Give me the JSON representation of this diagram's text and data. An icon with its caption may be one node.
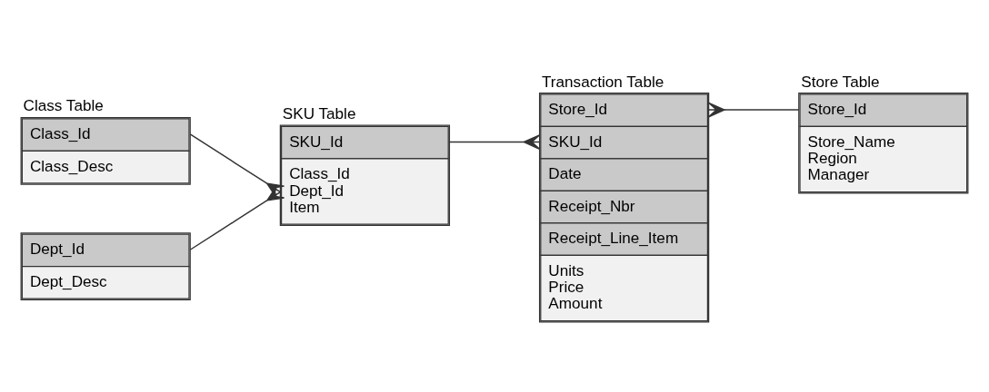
{
  "diagram": {
    "nodes": [
      {
        "text": [
          "Class Table",
          "Class_Id",
          "Class_Desc"
        ]
      },
      {
        "text": [
          "Dept_Id",
          "Dept_Desc"
        ]
      },
      {
        "text": [
          "SKU Table",
          "SKU_Id",
          "Class_Id Dept_Id Item"
        ]
      },
      {
        "text": [
          "Transaction Table",
          "Store_Id",
          "SKU_Id",
          "Date",
          "Receipt_Nbr",
          "Receipt_Line_Item",
          "Units Price Amount"
        ]
      },
      {
        "text": [
          "Store Table",
          "Store_Id",
          "Store_Name Region Manager"
        ]
      }
    ],
    "edges": [
      {
        "from": 0,
        "to": 2,
        "arrow": "other"
      },
      {
        "from": 1,
        "to": 2,
        "arrow": "other"
      },
      {
        "from": 2,
        "to": 3,
        "arrow": "other"
      },
      {
        "from": 4,
        "to": 3,
        "arrow": "other"
      }
    ]
  }
}
